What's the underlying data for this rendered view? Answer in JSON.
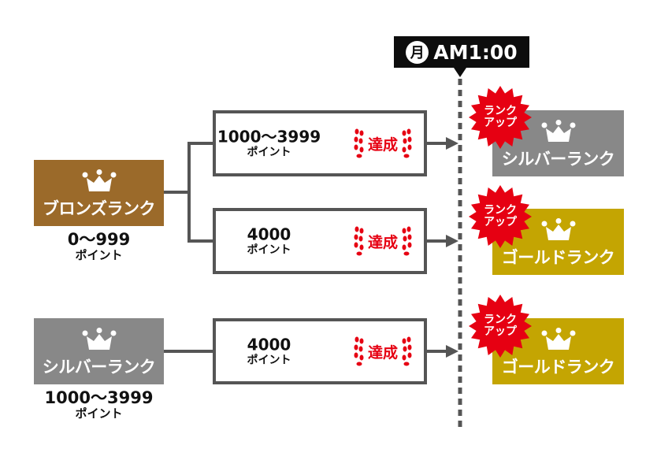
{
  "colors": {
    "bronze": "#9b6a2a",
    "silver": "#888888",
    "gold": "#c4a502",
    "accent_red": "#e60012",
    "line": "#555555"
  },
  "timing": {
    "day": "月",
    "time": "AM1:00"
  },
  "badge_text": [
    "ランク",
    "アップ"
  ],
  "achieved_label": "達成",
  "current_ranks": [
    {
      "name": "ブロンズランク",
      "range": "0〜999",
      "unit": "ポイント"
    },
    {
      "name": "シルバーランク",
      "range": "1000〜3999",
      "unit": "ポイント"
    }
  ],
  "conditions": [
    {
      "points": "1000〜3999",
      "unit": "ポイント"
    },
    {
      "points": "4000",
      "unit": "ポイント"
    },
    {
      "points": "4000",
      "unit": "ポイント"
    }
  ],
  "result_ranks": [
    {
      "name": "シルバーランク"
    },
    {
      "name": "ゴールドランク"
    },
    {
      "name": "ゴールドランク"
    }
  ]
}
